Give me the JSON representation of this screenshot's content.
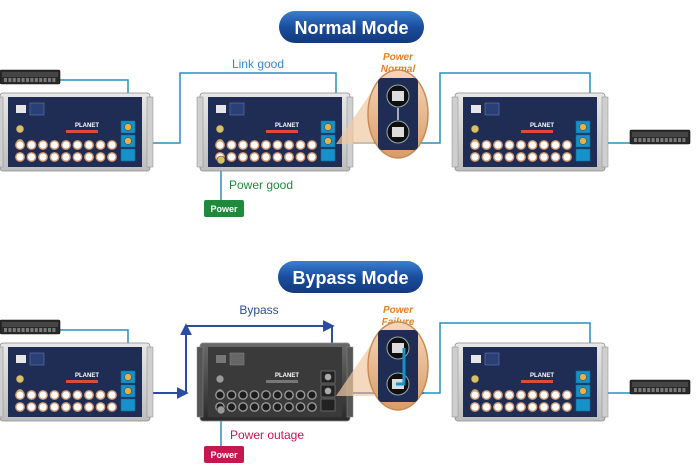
{
  "normal": {
    "title": "Normal Mode",
    "link_label": "Link good",
    "callout_line1": "Power",
    "callout_line2": "Normal",
    "power_label": "Power good",
    "power_button": "Power"
  },
  "bypass": {
    "title": "Bypass Mode",
    "link_label": "Bypass",
    "callout_line1": "Power",
    "callout_line2": "Failure",
    "power_label": "Power outage",
    "power_button": "Power"
  },
  "brand": "PLANET",
  "colors": {
    "title_pill": "#1a4d9e",
    "link_blue": "#2a8fc0",
    "link_label": "#2d8fc6",
    "bypass_label": "#2a4da0",
    "callout_orange": "#e8821e",
    "power_good_green": "#1f8a3c",
    "power_outage_red": "#c8174f",
    "device_panel": "#1f2d55",
    "device_panel_off": "#333333",
    "port_ring": "#d79b73"
  },
  "icons": [
    "network-switch-icon",
    "power-supply-icon",
    "bypass-arrow-icon",
    "connector-zoom-icon"
  ]
}
